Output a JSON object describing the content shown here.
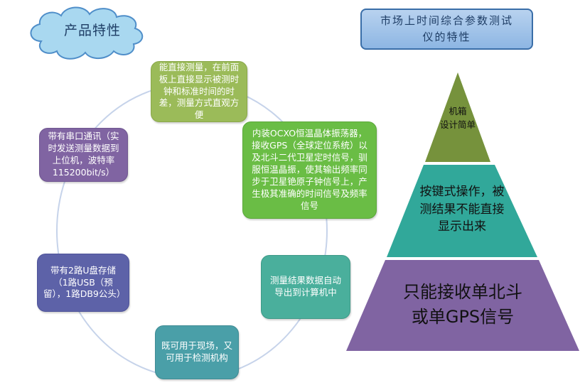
{
  "cloud": {
    "label": "产品特性"
  },
  "title": {
    "lines": [
      "市场上时间综合参数测试",
      "仪的特性"
    ]
  },
  "cycle": {
    "top": "能直接测量，在前面板上直接显示被测时钟和标准时间的时差，测量方式直观方便",
    "right_upper": "内装OCXO恒温晶体振荡器，接收GPS（全球定位系统）以及北斗二代卫星定时信号，驯服恒温晶振，使其输出频率同步于卫星铯原子钟信号上，产生极其准确的时间信号及频率信号",
    "right_lower": "测量结果数据自动导出到计算机中",
    "bottom": "既可用于现场，又可用于检测机构",
    "left_lower": "带有2路U盘存储（1路USB（预留），1路DB9公头）",
    "left_upper": "带有串口通讯（实时发送测量数据到上位机，波特率115200bit/s）"
  },
  "pyramid": {
    "top": [
      "机箱",
      "设计简单"
    ],
    "middle": [
      "按键式操作，被",
      "测结果不能直接",
      "显示出来"
    ],
    "bottom": [
      "只能接收单北斗",
      "或单GPS信号"
    ]
  },
  "colors": {
    "cloud_fill": "#a9d8f0",
    "cloud_stroke": "#4f8ec9",
    "ring": "#c6d3ea",
    "pyramid_top": "#76923c",
    "pyramid_middle": "#31a89a",
    "pyramid_bottom": "#8064a2"
  }
}
